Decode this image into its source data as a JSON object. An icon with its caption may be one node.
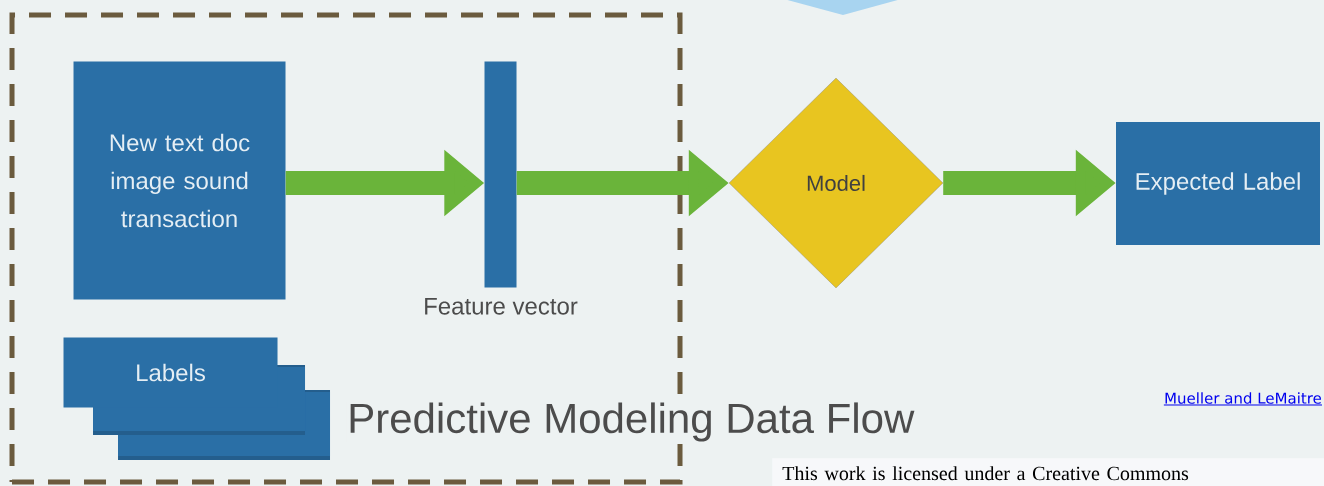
{
  "diagram": {
    "title": "Predictive Modeling Data Flow",
    "nodes": [
      {
        "text": [],
        "shape": "box"
      },
      {
        "text": [
          "New text doc image sound transaction"
        ],
        "in": 0
      },
      {
        "text": [],
        "shape": "bar",
        "beside": [
          "Feature vector"
        ],
        "in": 0
      },
      {
        "text": [
          "Model"
        ]
      },
      {
        "text": [
          "Expected Label"
        ]
      },
      {
        "text": [
          "Labels"
        ],
        "in": 0
      }
    ],
    "edges": [
      {
        "from": 1,
        "to": 2,
        "arrow": "to"
      },
      {
        "from": 2,
        "to": 3,
        "arrow": "to"
      },
      {
        "from": 3,
        "to": 4,
        "arrow": "to"
      }
    ],
    "labels": [
      "Mueller and LeMaitre",
      "This work is licensed under a Creative Commons"
    ]
  }
}
